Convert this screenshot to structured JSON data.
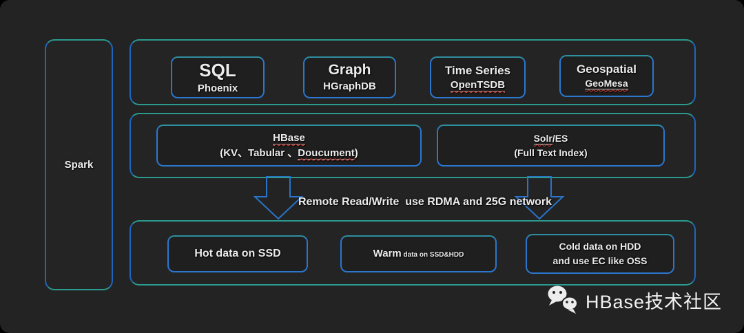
{
  "spark": {
    "label": "Spark"
  },
  "api_layer": {
    "boxes": [
      {
        "title": "SQL",
        "subtitle": "Phoenix"
      },
      {
        "title": "Graph",
        "subtitle": "HGraphDB"
      },
      {
        "title": "Time Series",
        "subtitle": "OpenTSDB"
      },
      {
        "title": "Geospatial",
        "subtitle": "GeoMesa"
      }
    ]
  },
  "engine_layer": {
    "hbase": {
      "title": "HBase",
      "sub_prefix": "(KV、Tabular 、",
      "sub_word": "Doucument",
      "sub_suffix": ")"
    },
    "search": {
      "title_word": "Solr",
      "title_rest": "/ES",
      "subtitle": "(Full Text Index)"
    }
  },
  "transfer": {
    "caption": "Remote Read/Write  use RDMA and 25G network"
  },
  "storage_layer": {
    "hot": {
      "label": "Hot data on SSD"
    },
    "warm": {
      "label_big": "Warm",
      "label_small": " data on SSD&HDD"
    },
    "cold": {
      "line1": "Cold data on HDD",
      "line2": "and use EC like OSS"
    }
  },
  "brand": {
    "name": "HBase技术社区"
  },
  "colors": {
    "background": "#232323",
    "box_background": "#1f1f1f",
    "border_blue": "#1f66bd",
    "border_teal": "#2b9a8e",
    "text": "#ececec",
    "squiggle": "#d23c32"
  }
}
